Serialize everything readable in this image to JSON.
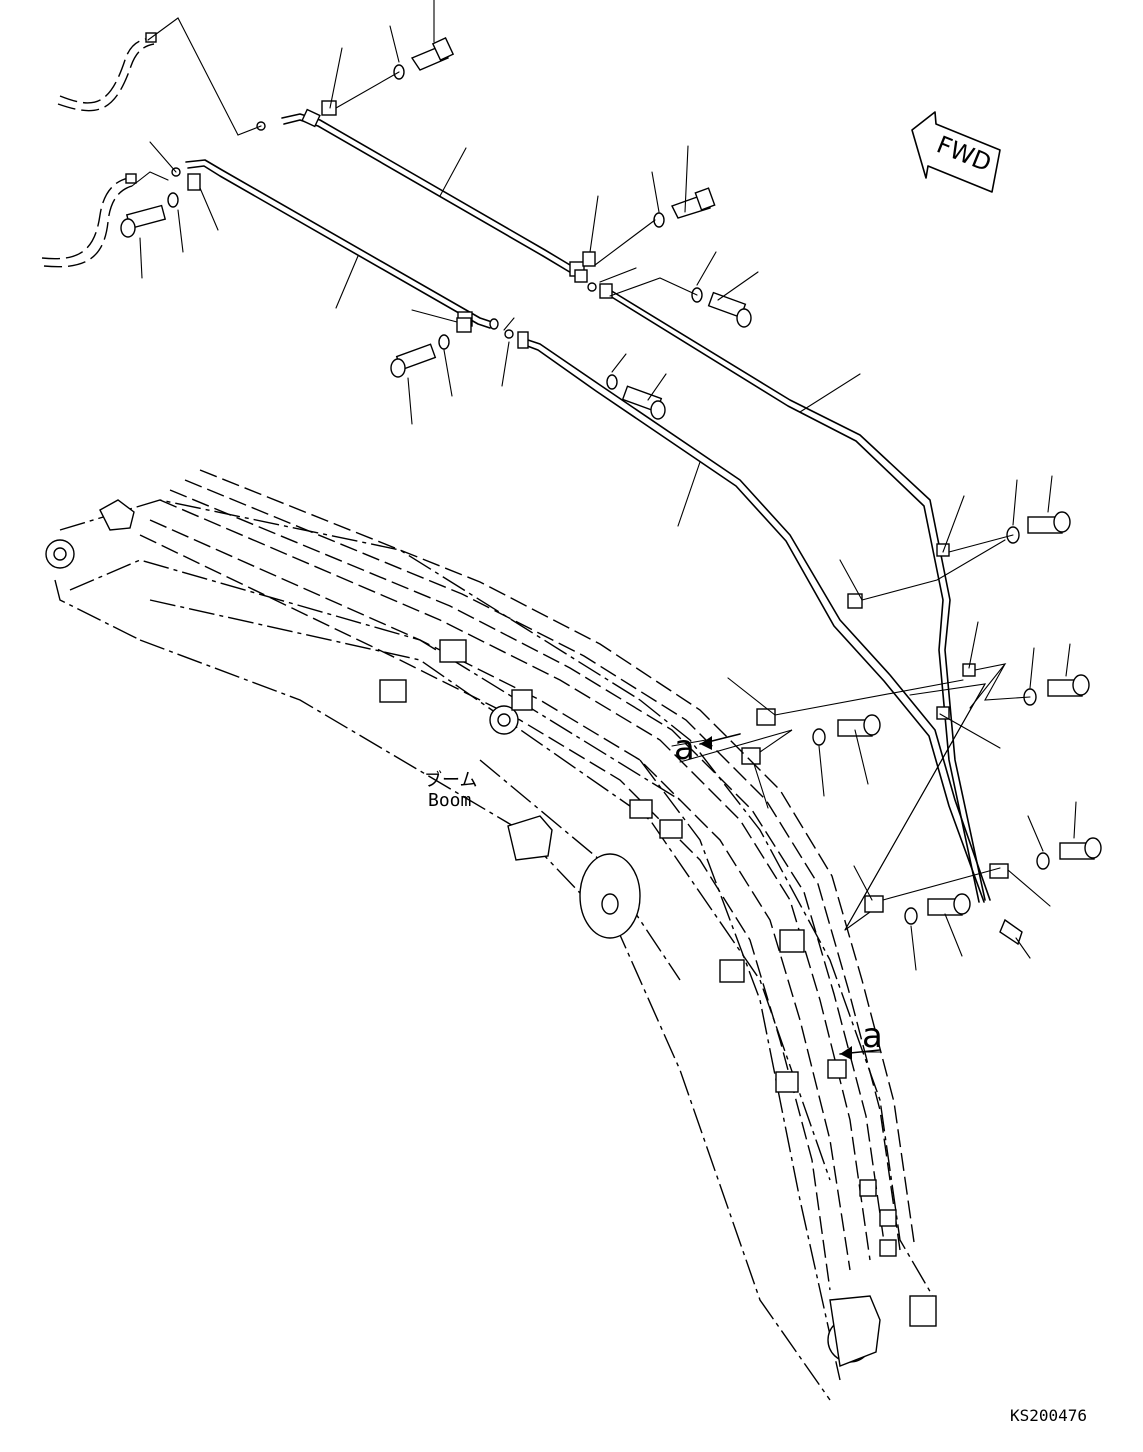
{
  "labels": {
    "boom_jp": "ブーム",
    "boom_en": "Boom",
    "detail_a1": "a",
    "detail_a2": "a",
    "fwd": "FWD",
    "code": "KS200476"
  }
}
